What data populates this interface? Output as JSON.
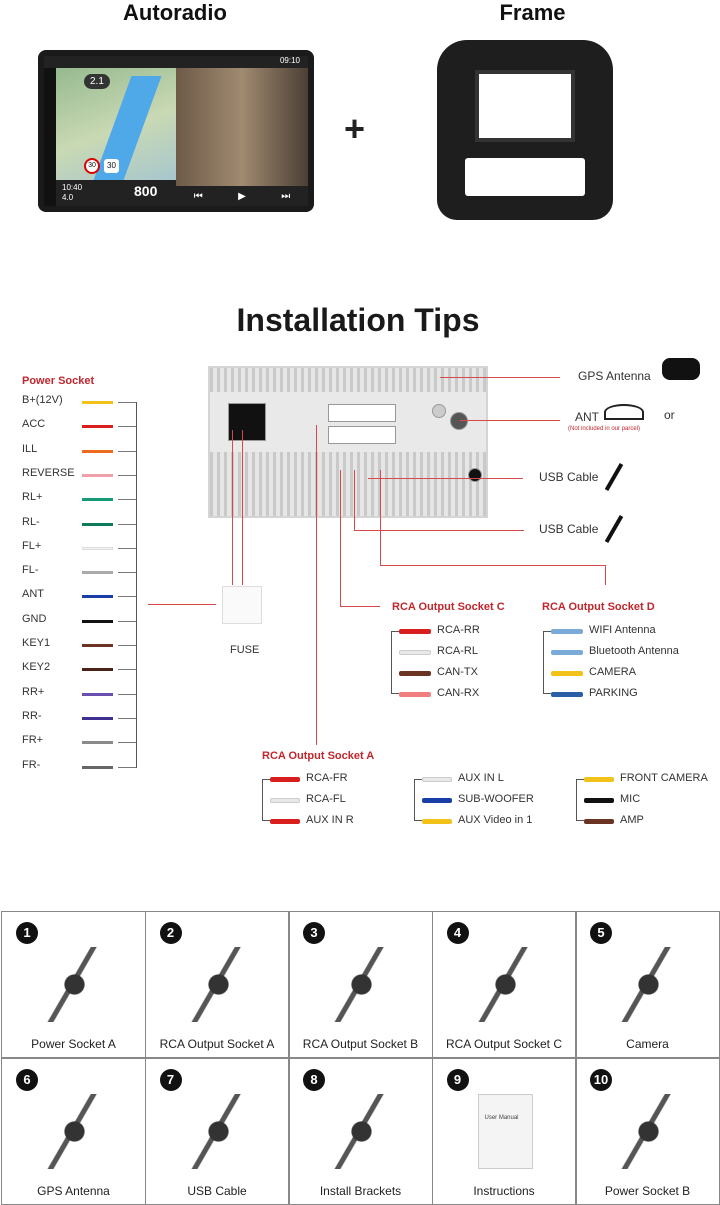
{
  "top": {
    "autoradio_title": "Autoradio",
    "frame_title": "Frame",
    "plus": "+",
    "screen": {
      "time": "09:10",
      "distance": "2.1",
      "clock": "10:40",
      "trip": "4.0",
      "speed_limit": "30",
      "speed": "30",
      "distance_big": "800"
    }
  },
  "install": {
    "title": "Installation Tips",
    "power_socket": {
      "title": "Power Socket",
      "wires": [
        {
          "label": "B+(12V)",
          "color": "#f2c21b"
        },
        {
          "label": "ACC",
          "color": "#d91e1e"
        },
        {
          "label": "ILL",
          "color": "#ee6a1c"
        },
        {
          "label": "REVERSE",
          "color": "#f0a0a8"
        },
        {
          "label": "RL+",
          "color": "#169a78"
        },
        {
          "label": "RL-",
          "color": "#0d7a5a"
        },
        {
          "label": "FL+",
          "color": "#f4f4f4"
        },
        {
          "label": "FL-",
          "color": "#aaaaaa"
        },
        {
          "label": "ANT",
          "color": "#1a3ea8"
        },
        {
          "label": "GND",
          "color": "#111111"
        },
        {
          "label": "KEY1",
          "color": "#6b3322"
        },
        {
          "label": "KEY2",
          "color": "#4a2218"
        },
        {
          "label": "RR+",
          "color": "#6a4fb0"
        },
        {
          "label": "RR-",
          "color": "#3f2f8e"
        },
        {
          "label": "FR+",
          "color": "#8a8a8a"
        },
        {
          "label": "FR-",
          "color": "#666666"
        }
      ]
    },
    "fuse": "FUSE",
    "gps_antenna": "GPS Antenna",
    "ant": "ANT",
    "ant_note": "(Not included in our parcel)",
    "or": "or",
    "usb1": "USB Cable",
    "usb2": "USB Cable",
    "socket_c": {
      "title": "RCA Output Socket C",
      "items": [
        {
          "label": "RCA-RR",
          "color": "#d91e1e"
        },
        {
          "label": "RCA-RL",
          "color": "#e8e8e8"
        },
        {
          "label": "CAN-TX",
          "color": "#6b3322"
        },
        {
          "label": "CAN-RX",
          "color": "#f08080"
        }
      ]
    },
    "socket_d": {
      "title": "RCA Output Socket D",
      "items": [
        {
          "label": "WIFI Antenna",
          "color": "#7aaad8"
        },
        {
          "label": "Bluetooth Antenna",
          "color": "#7aaad8"
        },
        {
          "label": "CAMERA",
          "color": "#f2c21b"
        },
        {
          "label": "PARKING",
          "color": "#2a5fa8"
        }
      ]
    },
    "socket_a": {
      "title": "RCA Output Socket A",
      "groups": [
        [
          {
            "label": "RCA-FR",
            "color": "#d91e1e"
          },
          {
            "label": "RCA-FL",
            "color": "#e8e8e8"
          },
          {
            "label": "AUX IN R",
            "color": "#d91e1e"
          }
        ],
        [
          {
            "label": "AUX IN L",
            "color": "#e8e8e8"
          },
          {
            "label": "SUB-WOOFER",
            "color": "#1a3ea8"
          },
          {
            "label": "AUX Video in 1",
            "color": "#f2c21b"
          }
        ],
        [
          {
            "label": "FRONT CAMERA",
            "color": "#f2c21b"
          },
          {
            "label": "MIC",
            "color": "#111111"
          },
          {
            "label": "AMP",
            "color": "#6b3322"
          }
        ]
      ]
    }
  },
  "package": [
    {
      "num": "1",
      "label": "Power Socket A"
    },
    {
      "num": "2",
      "label": "RCA Output Socket A"
    },
    {
      "num": "3",
      "label": "RCA Output Socket B"
    },
    {
      "num": "4",
      "label": "RCA Output Socket C"
    },
    {
      "num": "5",
      "label": "Camera"
    },
    {
      "num": "6",
      "label": "GPS Antenna"
    },
    {
      "num": "7",
      "label": "USB Cable"
    },
    {
      "num": "8",
      "label": "Install Brackets"
    },
    {
      "num": "9",
      "label": "Instructions"
    },
    {
      "num": "10",
      "label": "Power Socket B"
    }
  ],
  "manual_text": "User Manual"
}
